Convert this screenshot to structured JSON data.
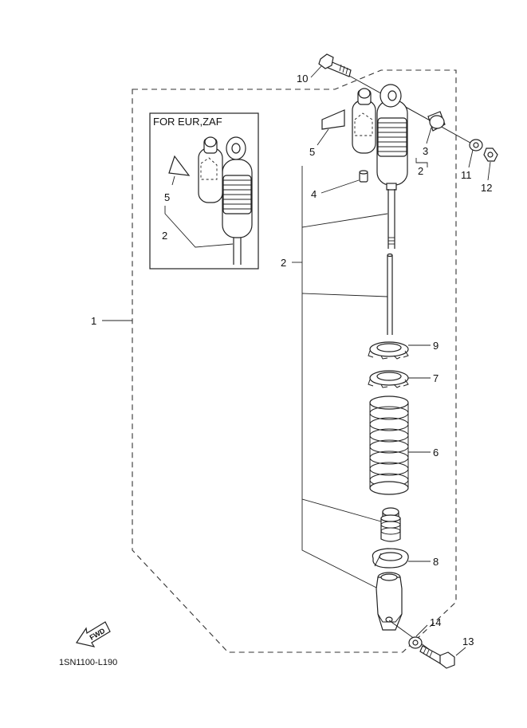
{
  "diagram": {
    "inset_title": "FOR EUR,ZAF",
    "drawing_code": "1SN1100-L190",
    "fwd_label": "FWD",
    "callouts": {
      "c1": "1",
      "c2_main": "2",
      "c2_small": "2",
      "c2_inset": "2",
      "c3": "3",
      "c4": "4",
      "c5_main": "5",
      "c5_inset": "5",
      "c6": "6",
      "c7": "7",
      "c8": "8",
      "c9": "9",
      "c10": "10",
      "c11": "11",
      "c12": "12",
      "c13": "13",
      "c14": "14"
    }
  }
}
